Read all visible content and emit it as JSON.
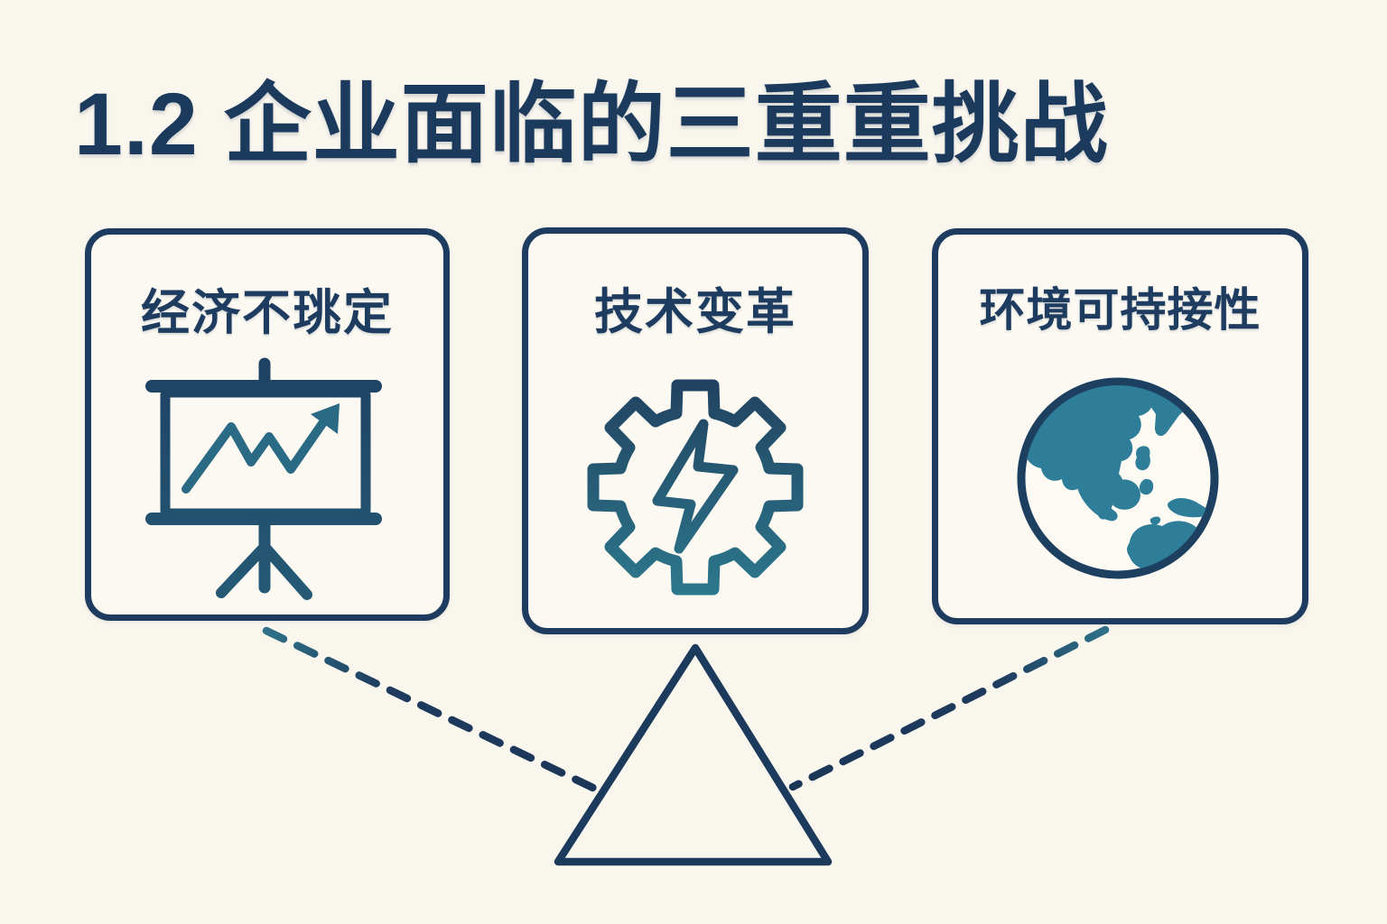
{
  "palette": {
    "background": "#f9f6ee",
    "card_background": "#fbf9f2",
    "ink_navy": "#1c3a5c",
    "accent_teal": "#2e7b94"
  },
  "header": {
    "title": "1.2 企业面临的三重重挑战"
  },
  "cards": [
    {
      "label": "经济不珧定",
      "icon": "presentation-growth-chart-icon"
    },
    {
      "label": "技术变革",
      "icon": "gear-lightning-icon"
    },
    {
      "label": "环境可持接性",
      "icon": "globe-asia-icon"
    }
  ],
  "diagram": {
    "fulcrum_shape": "triangle",
    "connections": [
      {
        "from": "card-economic",
        "to": "triangle",
        "style": "dashed"
      },
      {
        "from": "card-environment",
        "to": "triangle",
        "style": "dashed"
      }
    ]
  }
}
